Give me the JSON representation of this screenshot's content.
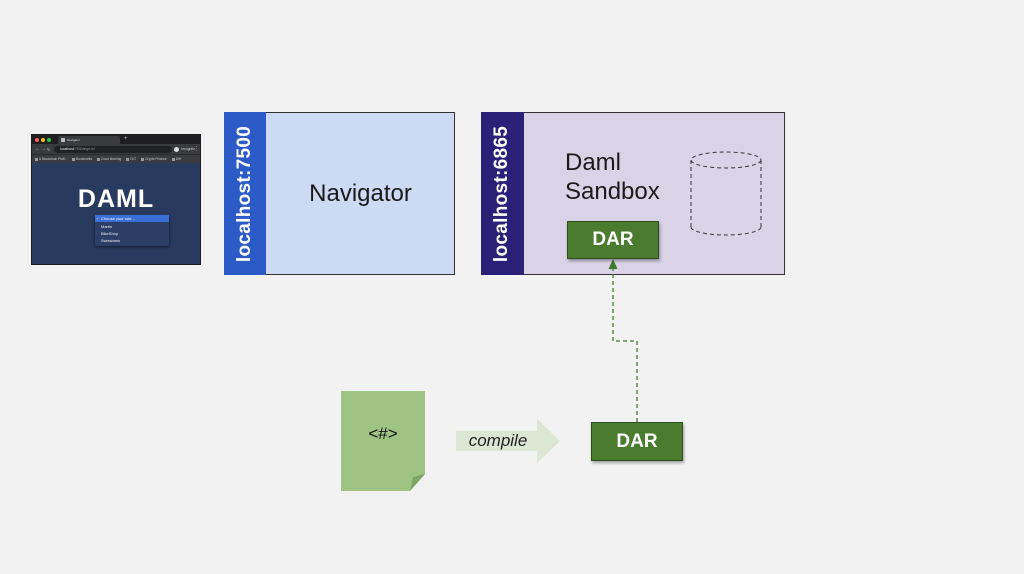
{
  "browser": {
    "tab_title": "Navigator",
    "url_host": "localhost",
    "url_path": ":7500/sign-in/",
    "incognito_label": "Incognito",
    "bookmarks": [
      "A Blockchain Platf...",
      "Bookmarks",
      "Good Morning",
      "DLT",
      "Crypto Finance",
      "DIH"
    ],
    "logo_text": "DAML",
    "dropdown": {
      "options": [
        "Choose your role...",
        "Martin",
        "BikeShop",
        "Swissbank"
      ]
    }
  },
  "navigator": {
    "port_label": "localhost:7500",
    "title": "Navigator"
  },
  "sandbox": {
    "port_label": "localhost:6865",
    "title_line1": "Daml",
    "title_line2": "Sandbox",
    "dar_label": "DAR"
  },
  "source_file": {
    "label": "<#>"
  },
  "compile_arrow": {
    "label": "compile"
  },
  "output_dar": {
    "label": "DAR"
  },
  "colors": {
    "background": "#f2f2f2",
    "navigator_band": "#2c5bc8",
    "navigator_fill": "#ccdaf4",
    "sandbox_band": "#2b2078",
    "sandbox_fill": "#dad3e8",
    "dar_fill": "#4a7b2e",
    "file_fill": "#9fc383",
    "arrow_fill": "#dbe7d2",
    "connector": "#3f7a2a"
  }
}
